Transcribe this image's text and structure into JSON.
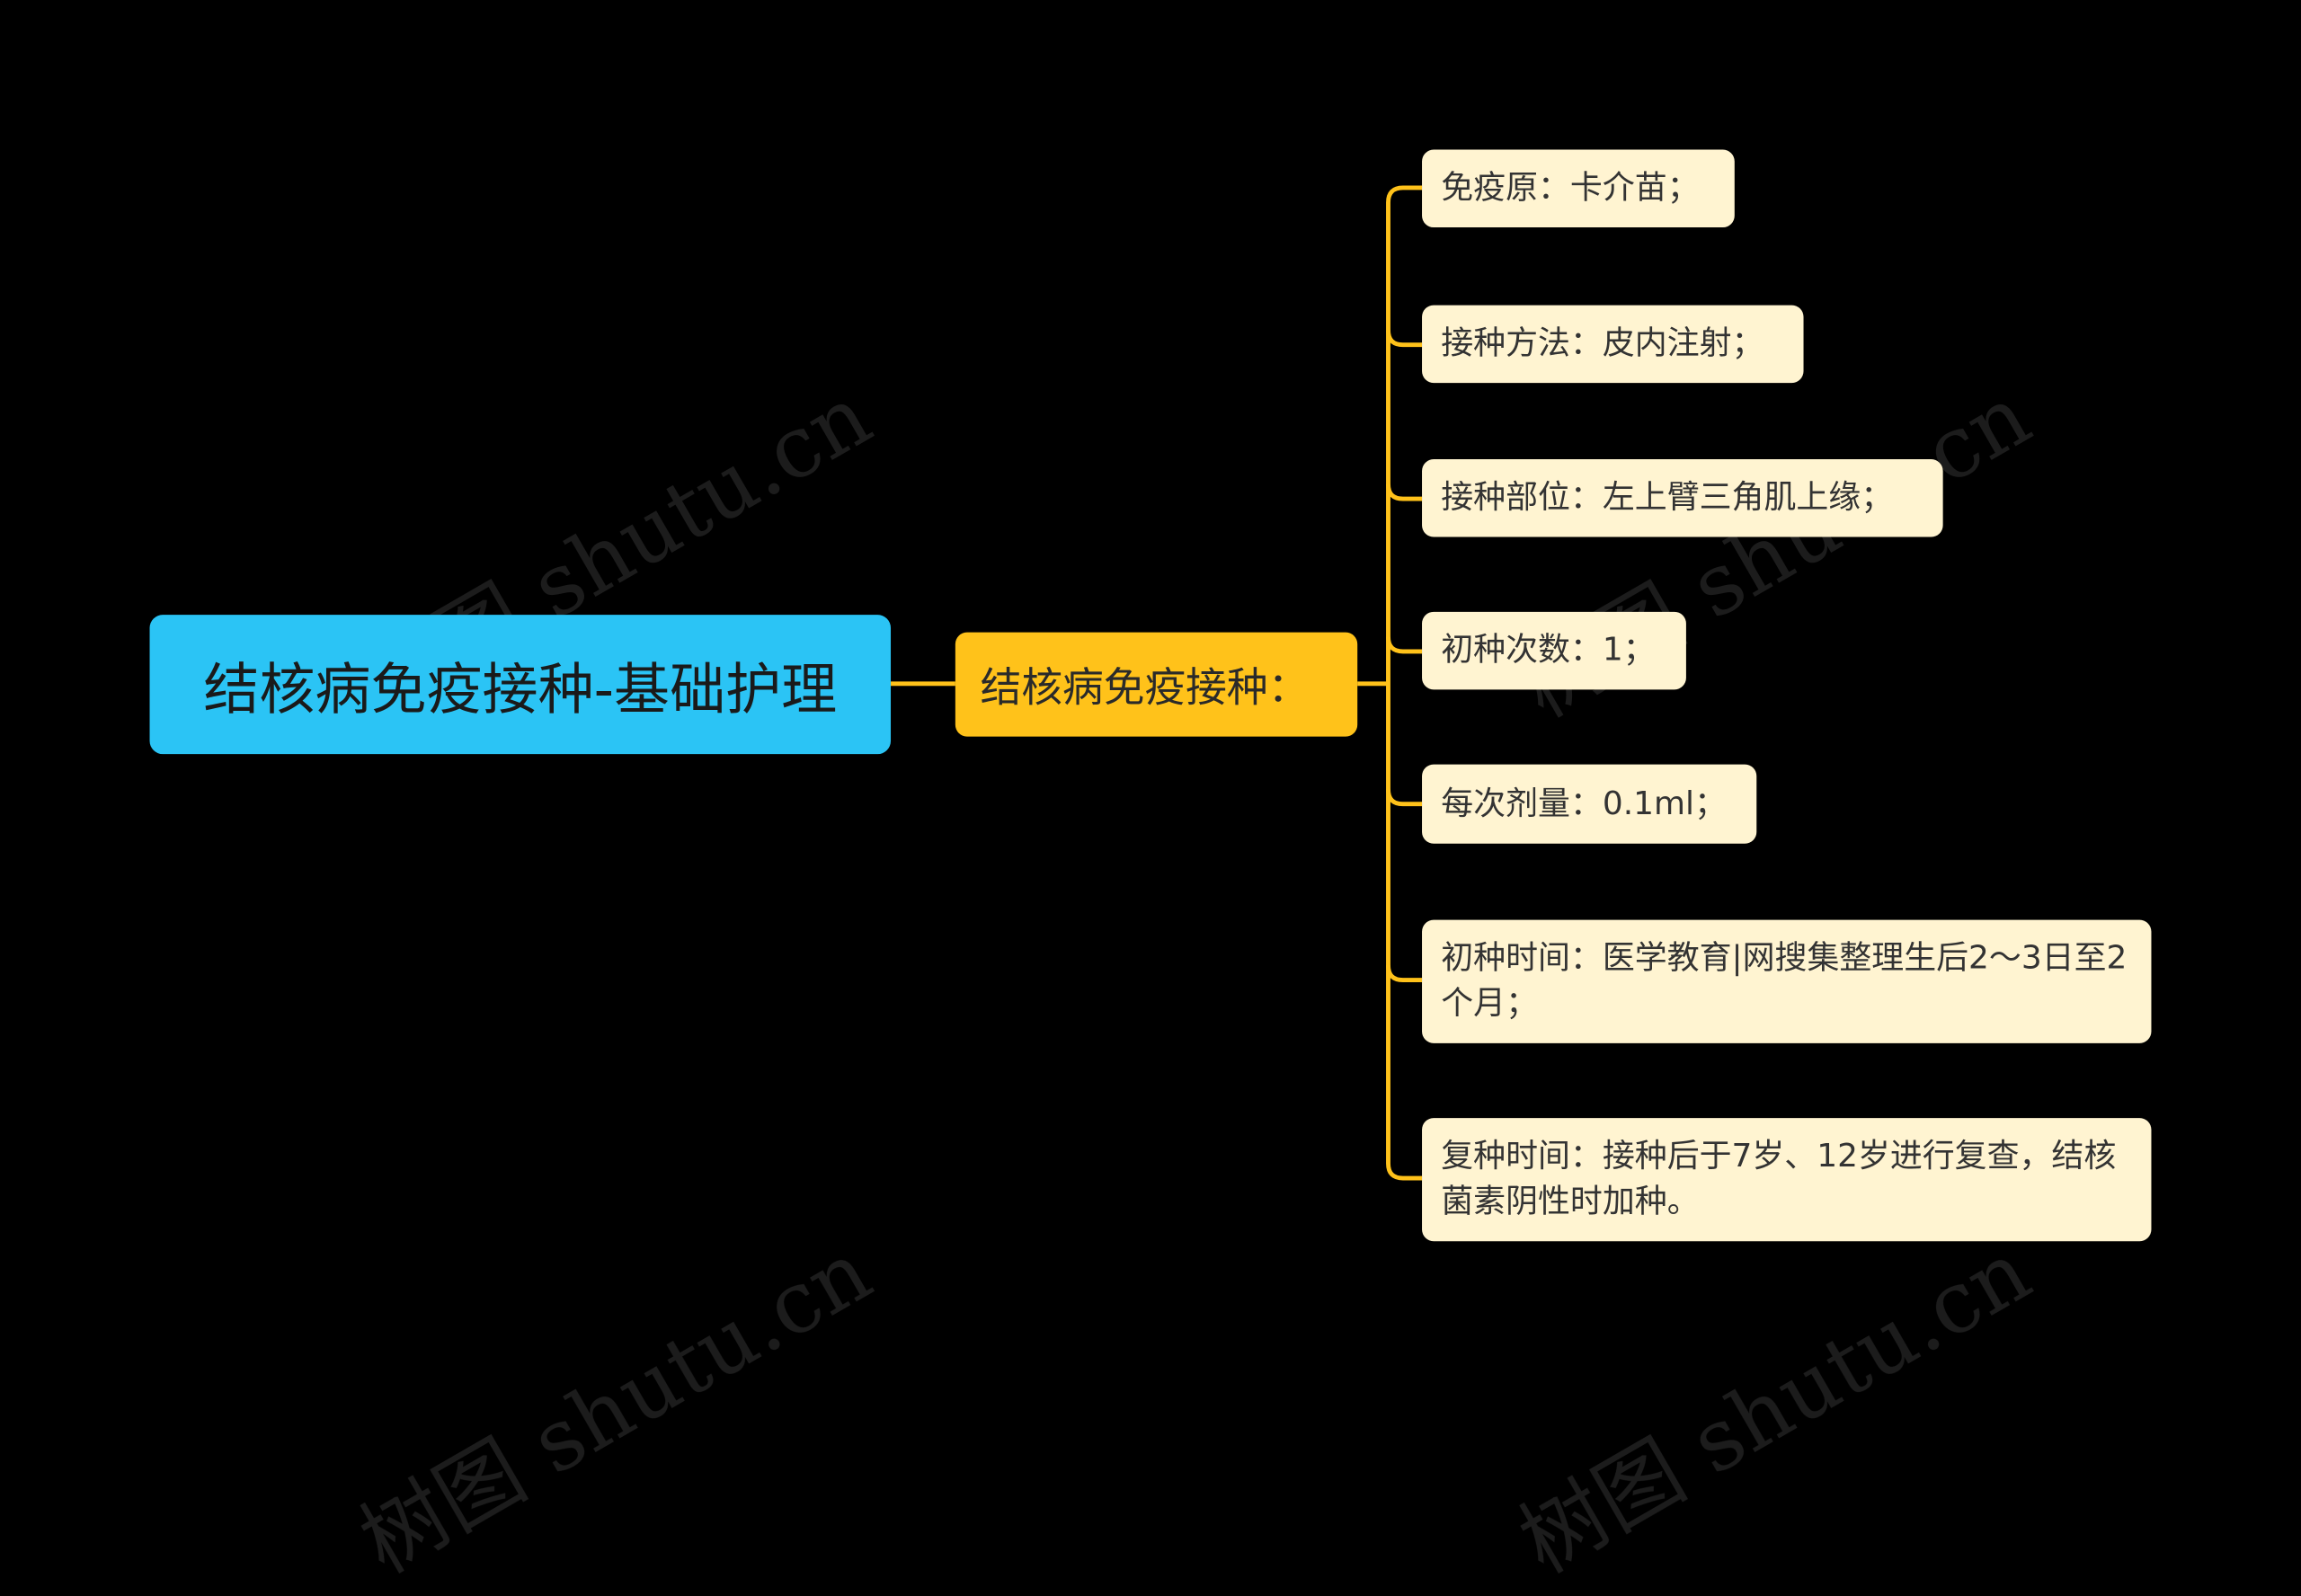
{
  "root": {
    "label": "结核病免疫接种-基础护理"
  },
  "sub": {
    "label": "结核病免疫接种："
  },
  "leaves": [
    "免疫原：卡介苗；",
    "接种方法：皮内注射；",
    "接种部位：左上臂三角肌上缘；",
    "初种次数：1；",
    "每次剂量：0.1ml；",
    "初种时间：医学教育|网搜集整理生后2～3日至2个月；",
    "复种时间：接种后于7岁、12岁进行复查，结核菌素阴性时加种。"
  ],
  "watermark": "树图 shutu.cn",
  "colors": {
    "background": "#000000",
    "root_fill": "#2bc4f5",
    "sub_fill": "#ffc21a",
    "leaf_fill": "#fff4d1",
    "connector": "#ffc21a"
  }
}
